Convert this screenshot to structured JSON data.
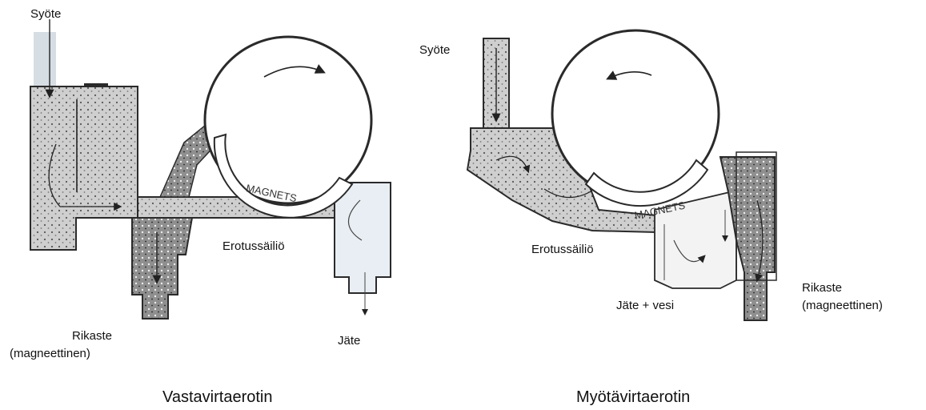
{
  "left": {
    "feed_label": "Syöte",
    "tank_label": "Erotussäiliö",
    "concentrate_label_line1": "Rikaste",
    "concentrate_label_line2": "(magneettinen)",
    "tailings_label": "Jäte",
    "magnet_text": "MAGNETS",
    "caption": "Vastavirtaerotin"
  },
  "right": {
    "feed_label": "Syöte",
    "tank_label": "Erotussäiliö",
    "tailings_label": "Jäte + vesi",
    "concentrate_label_line1": "Rikaste",
    "concentrate_label_line2": "(magneettinen)",
    "magnet_text": "MAGNETS",
    "caption": "Myötävirtaerotin"
  },
  "colors": {
    "line": "#2a2a2a",
    "slurry_light": "#c9c9c9",
    "slurry_dark": "#8c8c8c",
    "water": "#dde6ee"
  }
}
